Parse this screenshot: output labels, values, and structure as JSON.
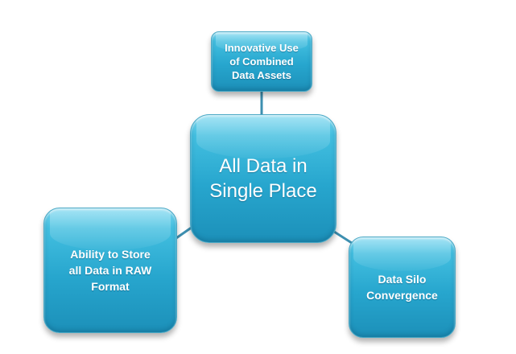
{
  "diagram": {
    "center_node": {
      "label": "All Data in\nSingle Place"
    },
    "top_node": {
      "label": "Innovative Use\nof Combined\nData Assets"
    },
    "left_node": {
      "label": "Ability to Store\nall Data in RAW\nFormat"
    },
    "right_node": {
      "label": "Data Silo\nConvergence"
    }
  },
  "colors": {
    "node_fill": "#27a6ce",
    "node_highlight": "#7ad7f0",
    "connector": "#3d8fb0",
    "background": "#ffffff"
  }
}
